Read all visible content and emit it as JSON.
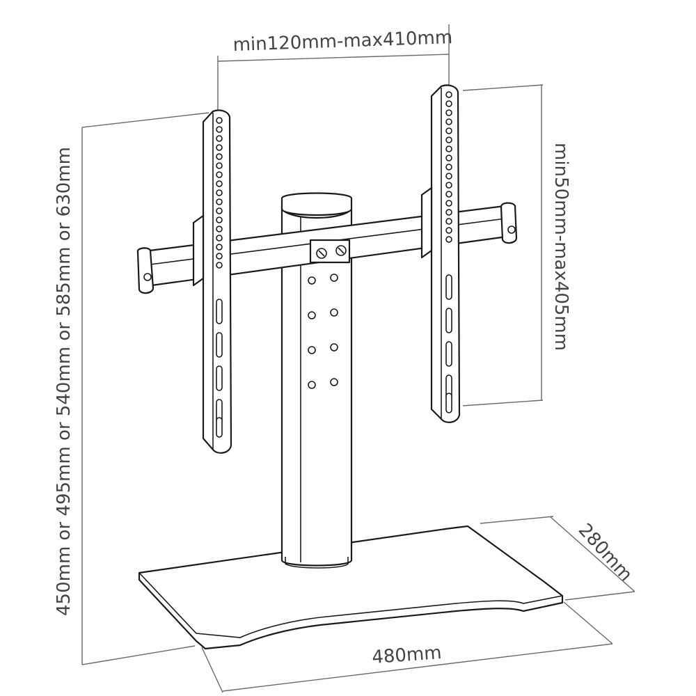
{
  "dimensions": {
    "vesa_width": "min120mm-max410mm",
    "vesa_height": "min50mm-max405mm",
    "total_height": "450mm or 495mm or 540mm or 585mm or 630mm",
    "base_depth": "280mm",
    "base_width": "480mm"
  },
  "colors": {
    "line": "#1a1a1a",
    "dimension": "#6a6a6a",
    "text": "#444444",
    "background": "#ffffff"
  }
}
